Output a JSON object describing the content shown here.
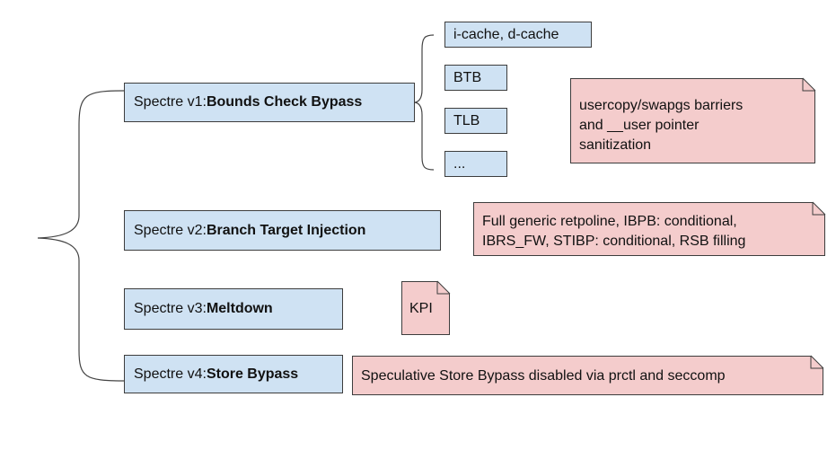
{
  "spectre": [
    {
      "prefix": "Spectre v1: ",
      "name": "Bounds Check Bypass"
    },
    {
      "prefix": "Spectre v2: ",
      "name": "Branch Target Injection"
    },
    {
      "prefix": "Spectre v3: ",
      "name": "Meltdown"
    },
    {
      "prefix": "Spectre v4: ",
      "name": "Store Bypass"
    }
  ],
  "v1_children": [
    "i-cache, d-cache",
    "BTB",
    "TLB",
    "..."
  ],
  "mitigations": {
    "v1": "usercopy/swapgs barriers\nand __user pointer\nsanitization",
    "v2": "Full generic retpoline, IBPB: conditional,\nIBRS_FW, STIBP: conditional, RSB filling",
    "v3": "KPI",
    "v4": "Speculative Store Bypass disabled via prctl and seccomp"
  },
  "colors": {
    "box_fill": "#cfe2f3",
    "note_fill": "#f4cccc",
    "stroke": "#3d3d3d"
  }
}
